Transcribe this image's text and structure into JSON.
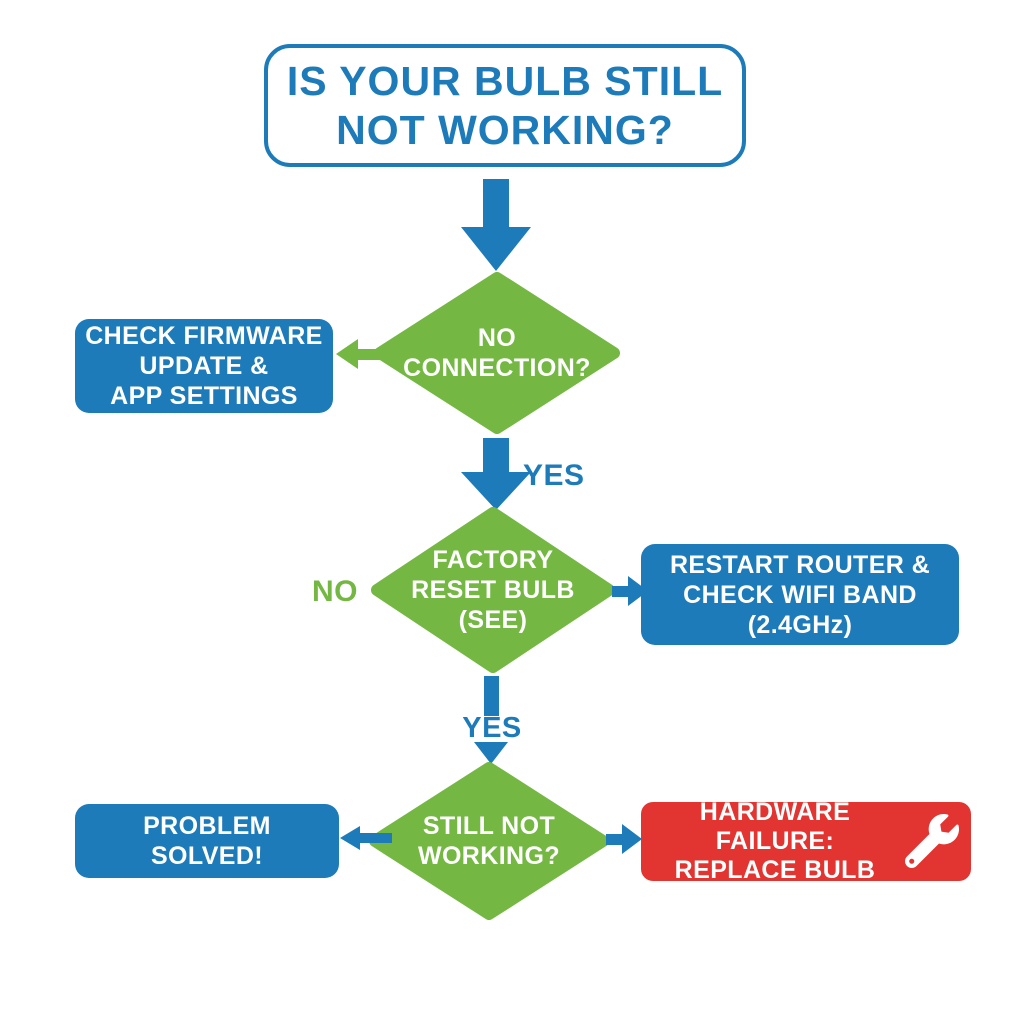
{
  "colors": {
    "blue": "#1d7bba",
    "green": "#74b843",
    "red": "#e23430",
    "white": "#ffffff"
  },
  "title": {
    "text": "IS YOUR BULB STILL\nNOT WORKING?"
  },
  "decisions": {
    "no_connection": {
      "text": "NO\nCONNECTION?"
    },
    "factory_reset": {
      "text": "FACTORY\nRESET BULB\n(SEE)"
    },
    "still_not_working": {
      "text": "STILL NOT\nWORKING?"
    }
  },
  "actions": {
    "check_firmware": {
      "text": "CHECK FIRMWARE\nUPDATE &\nAPP SETTINGS"
    },
    "restart_router": {
      "text": "RESTART ROUTER &\nCHECK WIFI BAND\n(2.4GHz)"
    },
    "problem_solved": {
      "text": "PROBLEM\nSOLVED!"
    },
    "hardware_failure": {
      "text": "HARDWARE FAILURE:\nREPLACE BULB",
      "icon": "wrench-icon"
    }
  },
  "edge_labels": {
    "yes1": "YES",
    "no2": "NO",
    "yes2": "YES"
  }
}
